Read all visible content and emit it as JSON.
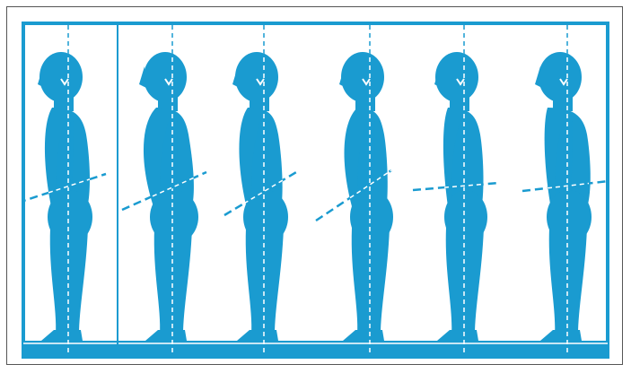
{
  "figure": {
    "panel_count": 6,
    "colors": {
      "silhouette": "#1a9bd0",
      "panel_border": "#1a9bd0",
      "guideline": "#ffffff",
      "pelvis_line": "#1a9bd0",
      "background": "#ffffff",
      "outer_frame": "#555555"
    },
    "panels": [
      {
        "name": "posture-1",
        "pelvic_tilt": "forward"
      },
      {
        "name": "posture-2",
        "pelvic_tilt": "forward"
      },
      {
        "name": "posture-3",
        "pelvic_tilt": "forward"
      },
      {
        "name": "posture-4",
        "pelvic_tilt": "forward"
      },
      {
        "name": "posture-5",
        "pelvic_tilt": "neutral"
      },
      {
        "name": "posture-6",
        "pelvic_tilt": "neutral"
      }
    ]
  }
}
